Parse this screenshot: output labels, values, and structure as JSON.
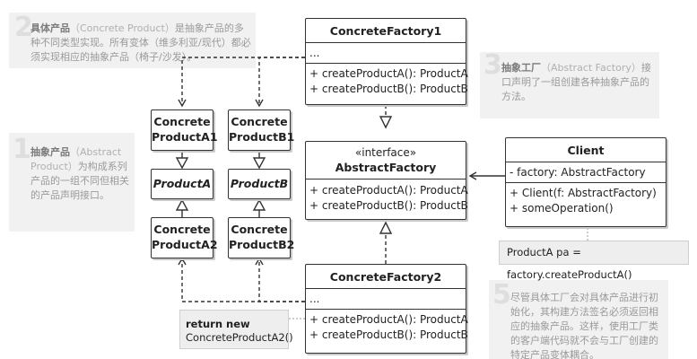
{
  "notes": [
    {
      "num": "2",
      "bold": "具体产品",
      "en": "（Concrete Product）",
      "text": "是抽象产品的多种不同类型实现。所有变体（维多利亚/现代）都必须实现相应的抽象产品（椅子/沙发）。"
    },
    {
      "num": "3",
      "bold": "抽象工厂",
      "en": "（Abstract Factory）",
      "text": "接口声明了一组创建各种抽象产品的方法。"
    },
    {
      "num": "1",
      "bold": "抽象产品",
      "en": "（Abstract Product）",
      "text": "为构成系列产品的一组不同但相关的产品声明接口。"
    },
    {
      "num": "5",
      "bold": "",
      "en": "",
      "text": "尽管具体工厂会对具体产品进行初始化，其构建方法签名必须返回相应的抽象产品。这样，使用工厂类的客户端代码就不会与工厂创建的特定产品变体耦合。"
    }
  ],
  "classes": {
    "cf1": {
      "name": "ConcreteFactory1",
      "fields": [
        "..."
      ],
      "methods": [
        "+ createProductA(): ProductA",
        "+ createProductB(): ProductB"
      ]
    },
    "af": {
      "stereotype": "«interface»",
      "name": "AbstractFactory",
      "methods": [
        "+ createProductA(): ProductA",
        "+ createProductB(): ProductB"
      ]
    },
    "cf2": {
      "name": "ConcreteFactory2",
      "fields": [
        "..."
      ],
      "methods": [
        "+ createProductA(): ProductA",
        "+ createProductB(): ProductB"
      ]
    },
    "client": {
      "name": "Client",
      "fields": [
        "- factory: AbstractFactory"
      ],
      "methods": [
        "+ Client(f: AbstractFactory)",
        "+ someOperation()"
      ]
    },
    "ca1": {
      "line1": "Concrete",
      "line2": "ProductA1"
    },
    "cb1": {
      "line1": "Concrete",
      "line2": "ProductB1"
    },
    "pa": {
      "name": "ProductA"
    },
    "pb": {
      "name": "ProductB"
    },
    "ca2": {
      "line1": "Concrete",
      "line2": "ProductA2"
    },
    "cb2": {
      "line1": "Concrete",
      "line2": "ProductB2"
    }
  },
  "callouts": {
    "client_code": "ProductA pa = factory.createProductA()",
    "return_bold": "return new",
    "return_text": "ConcreteProductA2()"
  }
}
